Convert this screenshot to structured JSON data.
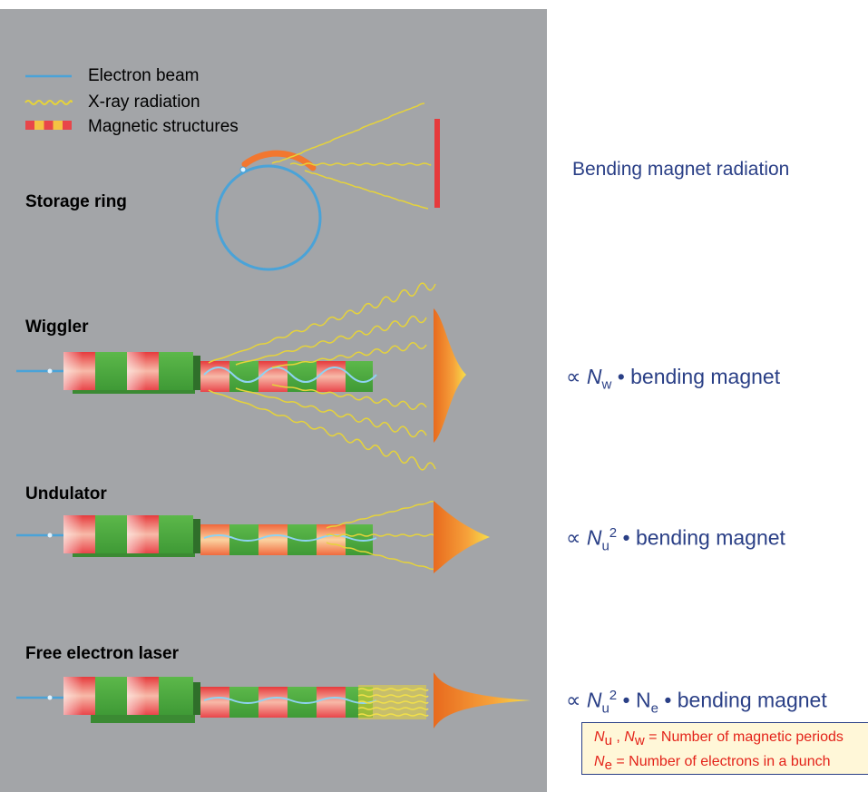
{
  "legend": {
    "electron_beam": "Electron beam",
    "xray_radiation": "X-ray radiation",
    "magnetic_structures": "Magnetic structures"
  },
  "sections": {
    "storage_ring": "Storage ring",
    "wiggler": "Wiggler",
    "undulator": "Undulator",
    "fel": "Free electron laser"
  },
  "right": {
    "bending_magnet": "Bending magnet radiation",
    "wiggler": {
      "prop": "∝",
      "var": "N",
      "sub": "w",
      "rest": "• bending magnet"
    },
    "undulator": {
      "prop": "∝",
      "var": "N",
      "sub": "u",
      "sup": "2",
      "rest": "• bending magnet"
    },
    "fel": {
      "prop": "∝",
      "var": "N",
      "sub": "u",
      "sup": "2",
      "mid": "• N",
      "sub2": "e",
      "rest": "• bending magnet"
    }
  },
  "note": {
    "line1": {
      "var1": "N",
      "sub1": "u",
      "sep": " , ",
      "var2": "N",
      "sub2": "w",
      "text": " = Number of magnetic periods"
    },
    "line2": {
      "var": "N",
      "sub": "e",
      "text": " = Number of electrons in a bunch"
    }
  },
  "colors": {
    "panel": "#a3a5a8",
    "beam": "#4aa3d8",
    "xray": "#e6d33a",
    "magnet_red": "#e8464a",
    "magnet_green": "#4ea83f",
    "text_blue": "#2a3f86",
    "note_red": "#e32219"
  }
}
